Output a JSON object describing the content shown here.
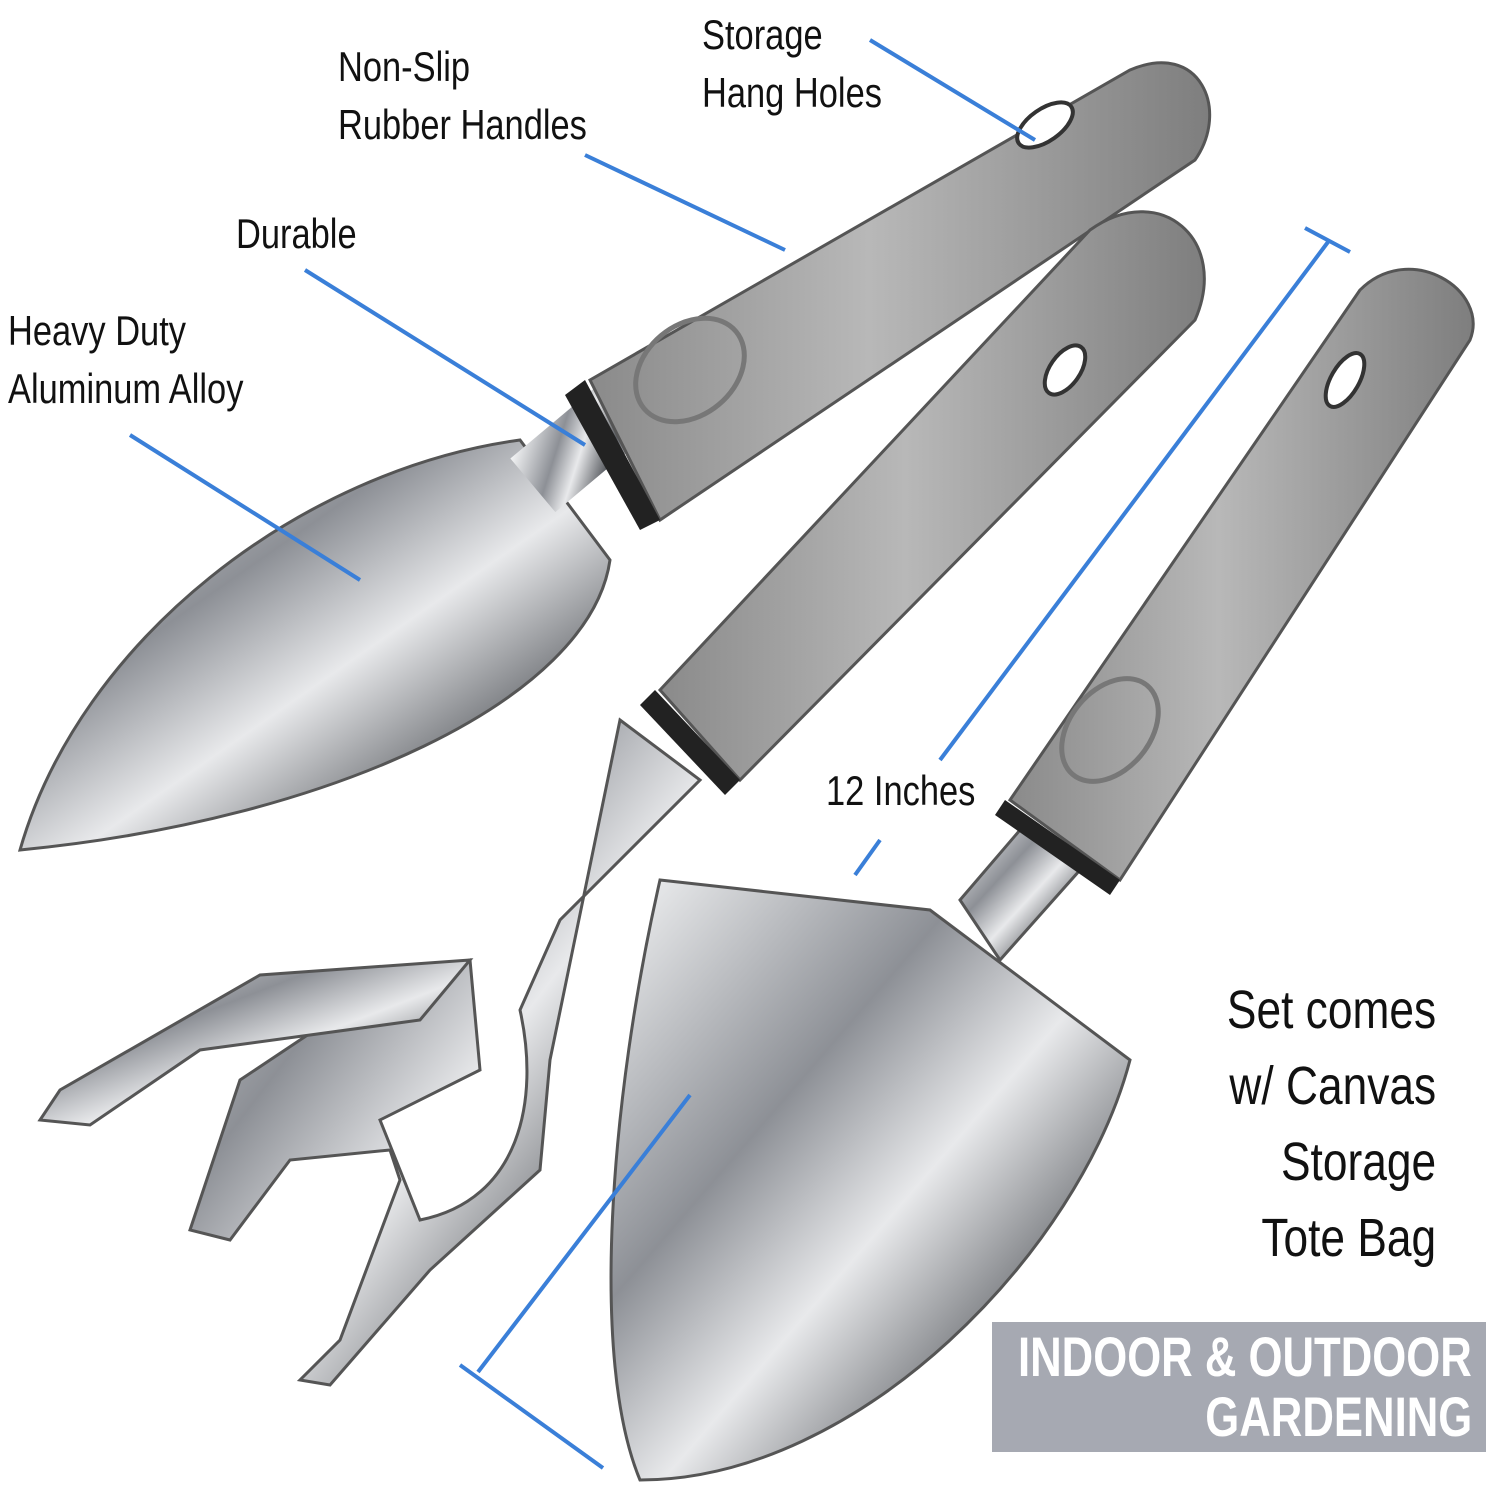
{
  "callouts": {
    "storage_hang_holes": [
      "Storage",
      "Hang Holes"
    ],
    "non_slip": [
      "Non-Slip",
      "Rubber Handles"
    ],
    "durable": "Durable",
    "aluminum": [
      "Heavy Duty",
      "Aluminum Alloy"
    ],
    "length": "12 Inches"
  },
  "tote_note": [
    "Set comes",
    "w/ Canvas",
    "Storage",
    "Tote Bag"
  ],
  "badge": [
    "INDOOR & OUTDOOR",
    "GARDENING"
  ],
  "colors": {
    "callout_line": "#3a7fd8",
    "handle": "#a9a9a9",
    "badge": "#a6a9b2",
    "metal": "#c9ccd0"
  }
}
